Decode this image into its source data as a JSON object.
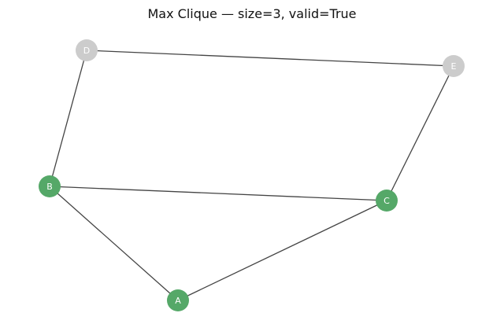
{
  "title": "Max Clique — size=3, valid=True",
  "colors": {
    "clique_node": "#55a868",
    "other_node": "#cccccc",
    "edge": "#444444",
    "label": "#ffffff"
  },
  "graph": {
    "nodes": [
      {
        "id": "A",
        "label": "A",
        "in_clique": true
      },
      {
        "id": "B",
        "label": "B",
        "in_clique": true
      },
      {
        "id": "C",
        "label": "C",
        "in_clique": true
      },
      {
        "id": "D",
        "label": "D",
        "in_clique": false
      },
      {
        "id": "E",
        "label": "E",
        "in_clique": false
      }
    ],
    "edges": [
      {
        "from": "D",
        "to": "E"
      },
      {
        "from": "D",
        "to": "B"
      },
      {
        "from": "E",
        "to": "C"
      },
      {
        "from": "B",
        "to": "C"
      },
      {
        "from": "B",
        "to": "A"
      },
      {
        "from": "A",
        "to": "C"
      }
    ]
  }
}
